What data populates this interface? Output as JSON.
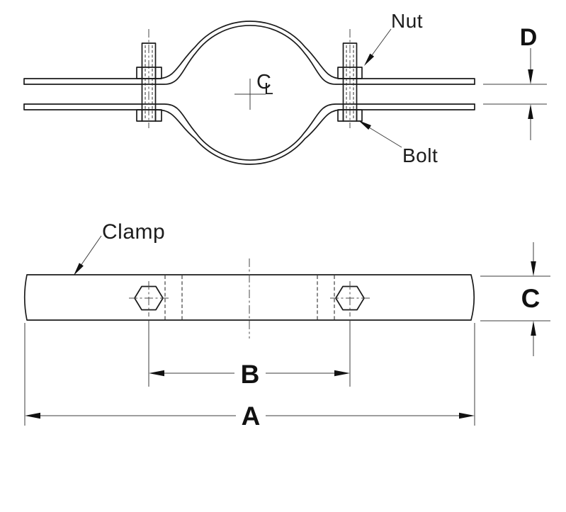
{
  "drawing": {
    "background_color": "#ffffff",
    "line_color": "#1b1b1b",
    "top_view": {
      "nut_label": "Nut",
      "bolt_label": "Bolt",
      "centerline_symbol_c": "C",
      "centerline_symbol_l": "L",
      "dim_strap_gap_label": "D"
    },
    "front_view": {
      "clamp_label": "Clamp",
      "dim_overall_length_label": "A",
      "dim_bolt_spacing_label": "B",
      "dim_strap_height_label": "C"
    }
  }
}
